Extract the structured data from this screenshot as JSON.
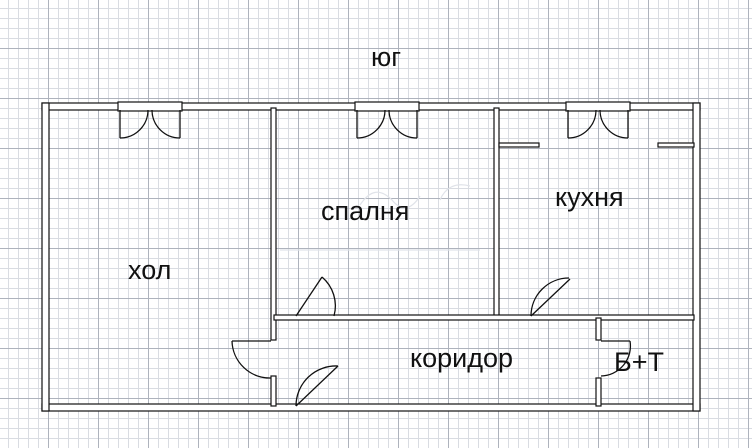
{
  "compass": {
    "south_label": "юг"
  },
  "rooms": {
    "living_room": "хол",
    "bedroom": "спалня",
    "kitchen": "кухня",
    "corridor": "коридор",
    "bathroom_wc": "Б+Т"
  },
  "colors": {
    "wall_fill": "#ffffff",
    "wall_stroke": "#111111",
    "grid_major": "#aeb3bd",
    "grid_minor": "#d9dce2",
    "watermark": "#dfe2e8"
  }
}
